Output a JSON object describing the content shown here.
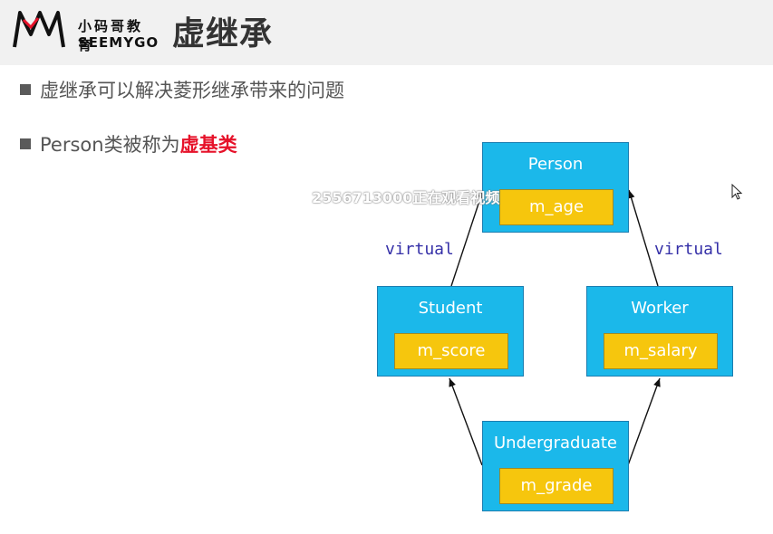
{
  "header": {
    "logo_cn": "小码哥教育",
    "logo_en": "SEEMYGO",
    "title": "虚继承"
  },
  "bullets": [
    {
      "text": "虚继承可以解决菱形继承带来的问题"
    },
    {
      "text": "Person类被称为",
      "highlight": "虚基类"
    }
  ],
  "diagram": {
    "classes": {
      "person": {
        "name": "Person",
        "member": "m_age"
      },
      "student": {
        "name": "Student",
        "member": "m_score"
      },
      "worker": {
        "name": "Worker",
        "member": "m_salary"
      },
      "undergraduate": {
        "name": "Undergraduate",
        "member": "m_grade"
      }
    },
    "virtual_left": "virtual",
    "virtual_right": "virtual"
  },
  "overlay": {
    "watermark": "2556713000正在观看视频"
  },
  "colors": {
    "class_fill": "#1bb8ea",
    "member_fill": "#f6c60d",
    "highlight": "#e6122a",
    "keyword": "#3530a8"
  }
}
